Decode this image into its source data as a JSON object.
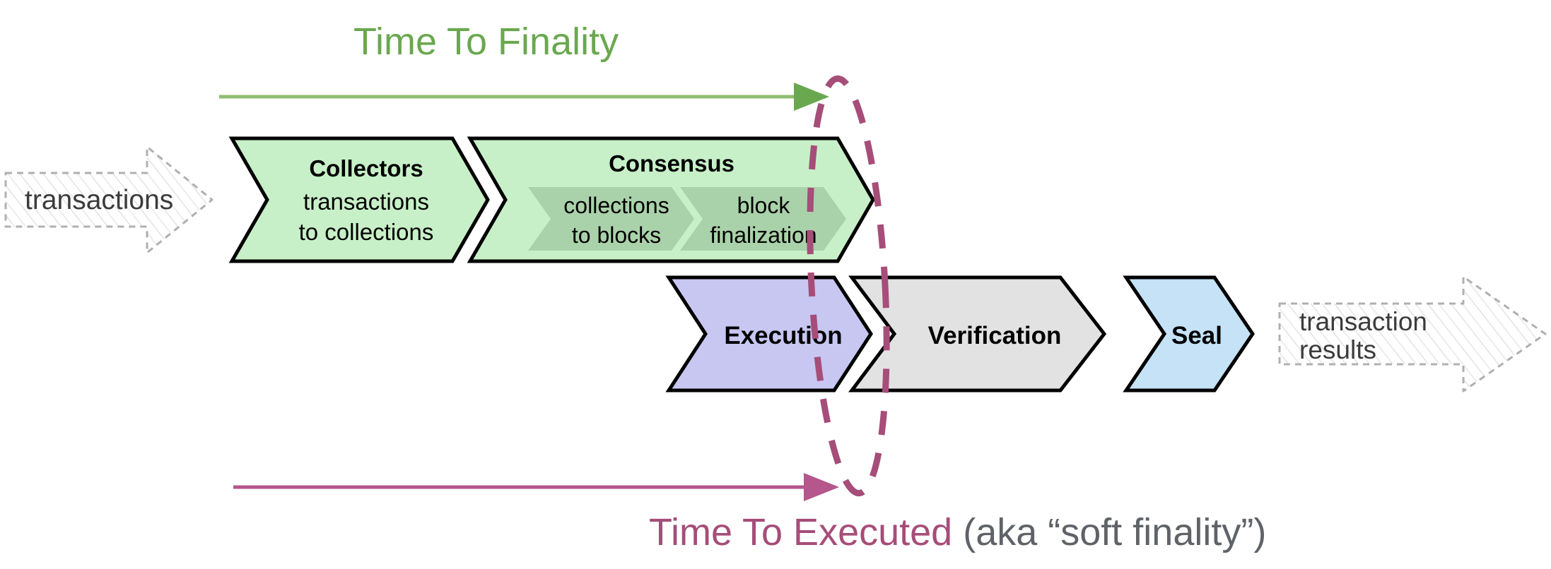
{
  "diagram": {
    "title_top": "Time To Finality",
    "title_bottom_primary": "Time To Executed",
    "title_bottom_secondary": "(aka “soft finality”)",
    "colors": {
      "green_accent": "#6aa84f",
      "purple_accent": "#a64d79",
      "green_fill": "#c8f0c8",
      "green_inner_fill": "#aad2aa",
      "purple_fill": "#c7c7f2",
      "gray_fill": "#e2e2e2",
      "blue_fill": "#c5e2f7",
      "ghost_stroke": "#b3b3b3",
      "ghost_text": "#3b3b3b",
      "outline": "#000000",
      "secondary_text": "#5f6368"
    },
    "inputs": {
      "left_arrow_label": "transactions",
      "right_arrow_label_line1": "transaction",
      "right_arrow_label_line2": "results"
    },
    "top_row": [
      {
        "id": "collectors",
        "title": "Collectors",
        "sub_line1": "transactions",
        "sub_line2": "to collections",
        "fill": "#c8f0c8"
      },
      {
        "id": "consensus",
        "title": "Consensus",
        "fill": "#c8f0c8",
        "inner_steps": [
          {
            "id": "collections-to-blocks",
            "line1": "collections",
            "line2": "to blocks"
          },
          {
            "id": "block-finalization",
            "line1": "block",
            "line2": "finalization"
          }
        ]
      }
    ],
    "bottom_row": [
      {
        "id": "execution",
        "title": "Execution",
        "fill": "#c7c7f2"
      },
      {
        "id": "verification",
        "title": "Verification",
        "fill": "#e2e2e2"
      },
      {
        "id": "seal",
        "title": "Seal",
        "fill": "#c5e2f7"
      }
    ],
    "markers": {
      "finality_boundary": "dashed-ellipse"
    }
  }
}
